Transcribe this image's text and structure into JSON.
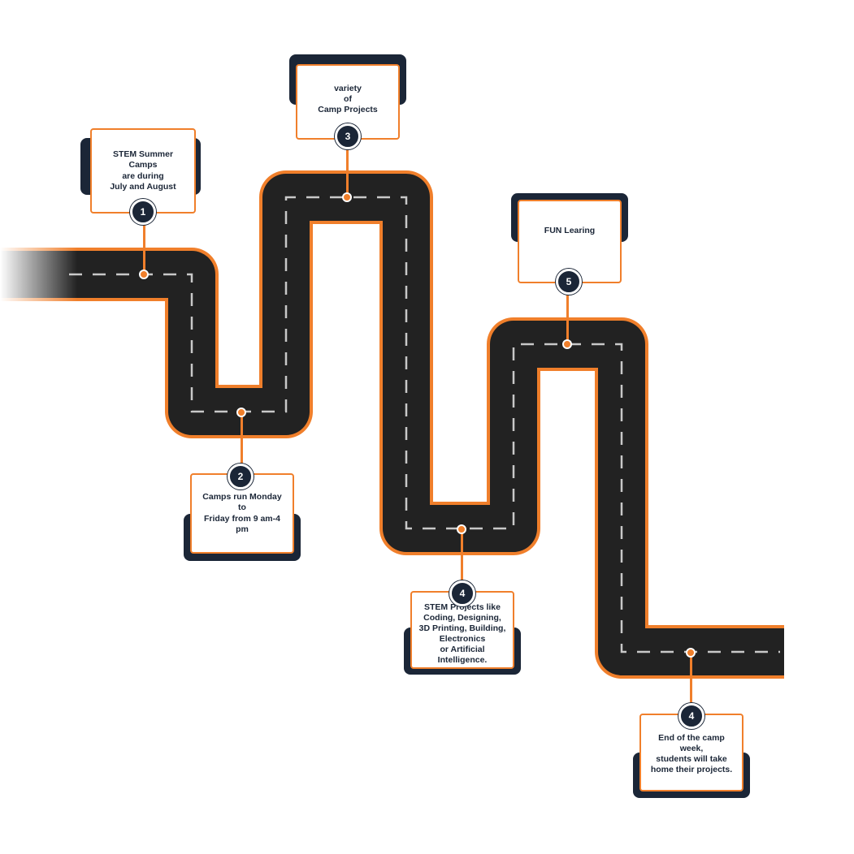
{
  "colors": {
    "road": "#222222",
    "road_border": "#f07f2b",
    "lane_marking": "#c8c8c8",
    "card_border": "#f07f2b",
    "card_shadow": "#1b2637",
    "badge": "#1b2637"
  },
  "milestones": [
    {
      "number": "1",
      "text": "STEM Summer Camps\nare during\nJuly and August"
    },
    {
      "number": "2",
      "text": "Camps run Monday to\nFriday from 9 am-4 pm"
    },
    {
      "number": "3",
      "text": "variety\nof\nCamp Projects"
    },
    {
      "number": "4",
      "text": "STEM Projects like\nCoding, Designing,\n3D Printing, Building,\nElectronics\nor Artificial Intelligence."
    },
    {
      "number": "5",
      "text": "FUN Learing"
    },
    {
      "number": "4",
      "text": "End of the camp week,\nstudents will take\nhome their projects."
    }
  ]
}
